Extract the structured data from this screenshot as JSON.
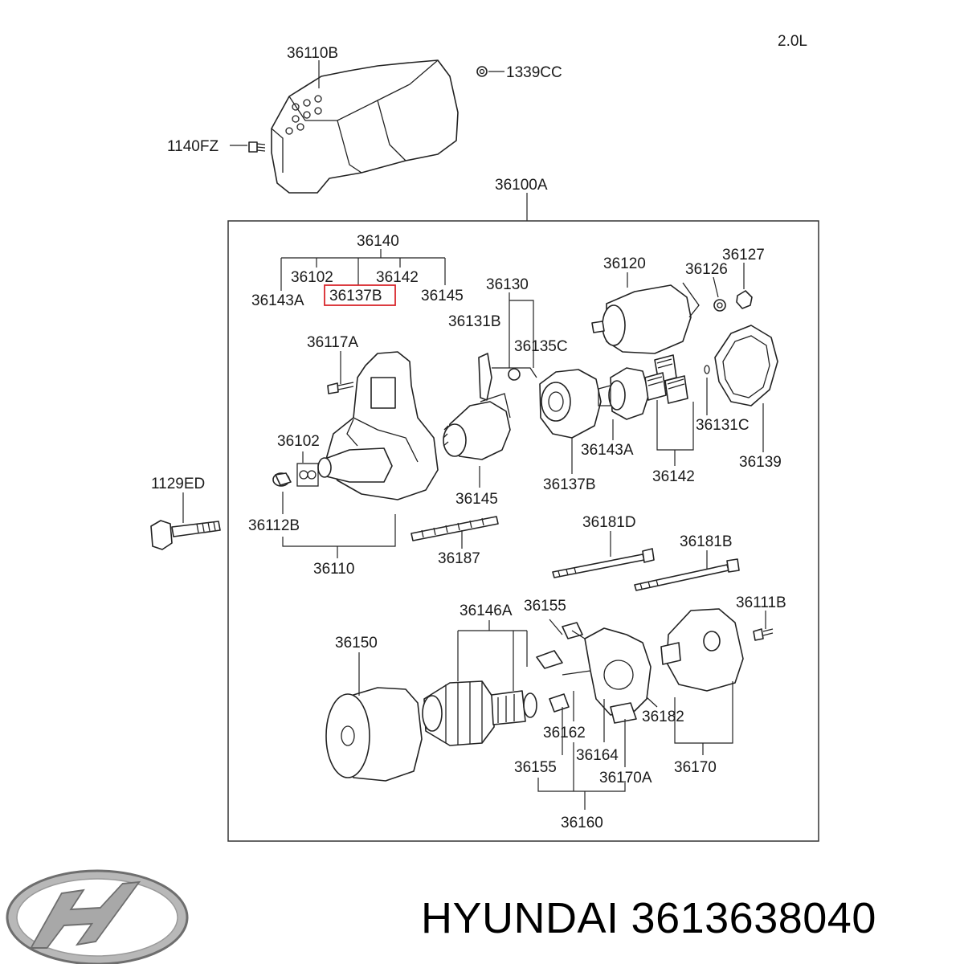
{
  "variant_label": "2.0L",
  "brand": {
    "logo": "hyundai-logo",
    "name": "HYUNDAI",
    "part_number": "3613638040"
  },
  "highlight_color": "#d8262c",
  "callouts": {
    "c36110B": "36110B",
    "c1339CC": "1339CC",
    "c1140FZ": "1140FZ",
    "c36100A": "36100A",
    "c36140": "36140",
    "c36102a": "36102",
    "c36142a": "36142",
    "c36143Aa": "36143A",
    "c36137Ba": "36137B",
    "c36145a": "36145",
    "c36130": "36130",
    "c36120": "36120",
    "c36126": "36126",
    "c36127": "36127",
    "c36131B": "36131B",
    "c36135C": "36135C",
    "c36117A": "36117A",
    "c36102b": "36102",
    "c36143Ab": "36143A",
    "c36131C": "36131C",
    "c36139": "36139",
    "c36142b": "36142",
    "c36137Bb": "36137B",
    "c36145b": "36145",
    "c1129ED": "1129ED",
    "c36112B": "36112B",
    "c36110": "36110",
    "c36187": "36187",
    "c36181D": "36181D",
    "c36181B": "36181B",
    "c36146A": "36146A",
    "c36155a": "36155",
    "c36111B": "36111B",
    "c36150": "36150",
    "c36162": "36162",
    "c36182": "36182",
    "c36164": "36164",
    "c36155b": "36155",
    "c36170A": "36170A",
    "c36170": "36170",
    "c36160": "36160"
  }
}
